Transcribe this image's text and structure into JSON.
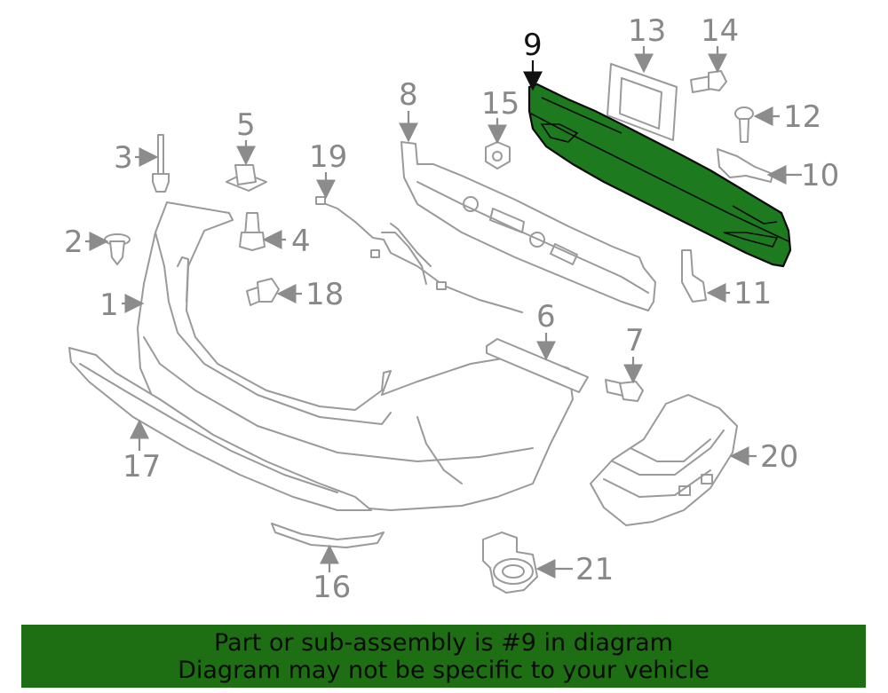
{
  "diagram": {
    "highlighted_part": "9",
    "highlight_color": "#1e7a1e",
    "callouts": [
      "1",
      "2",
      "3",
      "4",
      "5",
      "6",
      "7",
      "8",
      "9",
      "10",
      "11",
      "12",
      "13",
      "14",
      "15",
      "16",
      "17",
      "18",
      "19",
      "20",
      "21"
    ]
  },
  "banner": {
    "line1": "Part or sub-assembly is #9 in diagram",
    "line2": "Diagram may not be specific to your vehicle",
    "background": "#1e6e14"
  }
}
